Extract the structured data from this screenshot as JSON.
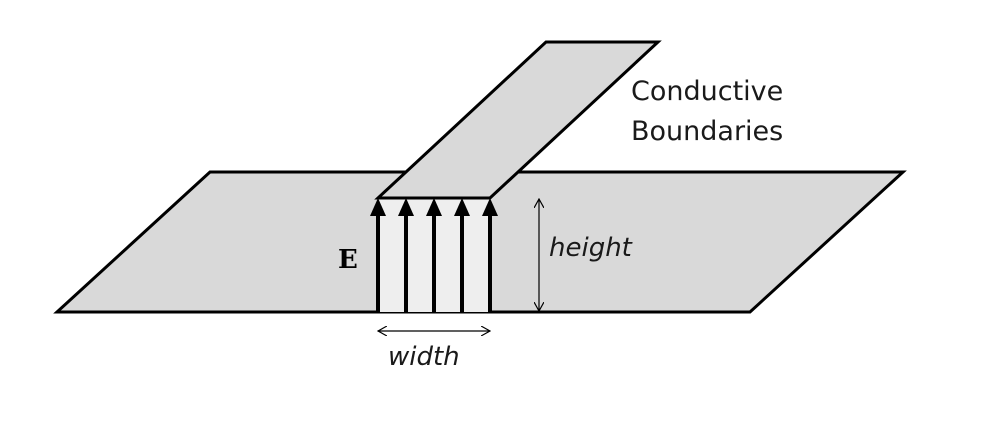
{
  "diagram": {
    "boundary_label_line1": "Conductive",
    "boundary_label_line2": "Boundaries",
    "field_label": "E",
    "height_label": "height",
    "width_label": "width",
    "field_arrow_count": 5,
    "colors": {
      "plate_fill": "#d9d9d9",
      "gap_fill": "#eeeeee",
      "stroke": "#000000"
    }
  }
}
